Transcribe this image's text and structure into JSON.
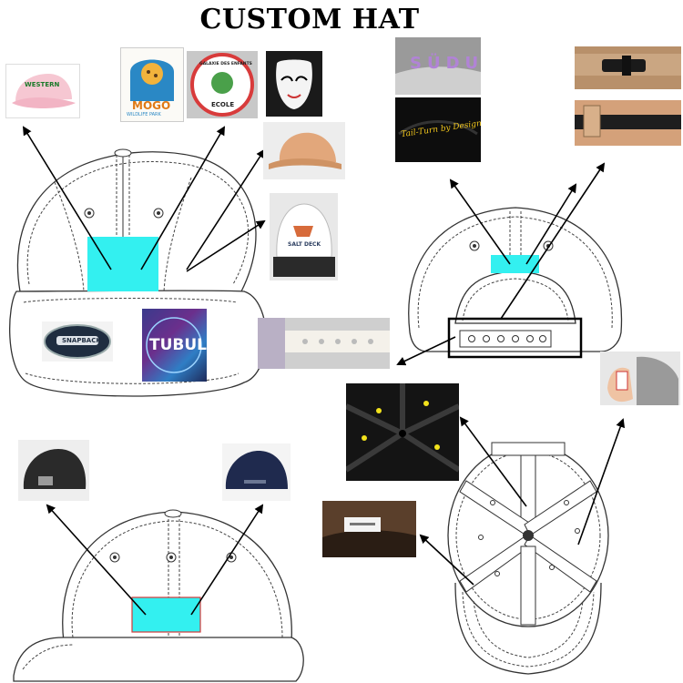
{
  "title": "CUSTOM HAT",
  "patches": {
    "western": "WESTERN",
    "mogo": "MOGO",
    "mogo_sub": "WILDLIFE PARK",
    "galaxie": "GALAXIE DES ENFANTS",
    "ecole": "ECOLE",
    "salt_deck": "SALT DECK",
    "snapback": "SNAPBACK",
    "tubul": "TUBUL",
    "sudu": "SÜDU",
    "tail_turn": "Tail-Turn by Design"
  },
  "colors": {
    "logo_area": "#33f0f0",
    "logo_border": "#d33a3a",
    "cap_line": "#333333"
  }
}
